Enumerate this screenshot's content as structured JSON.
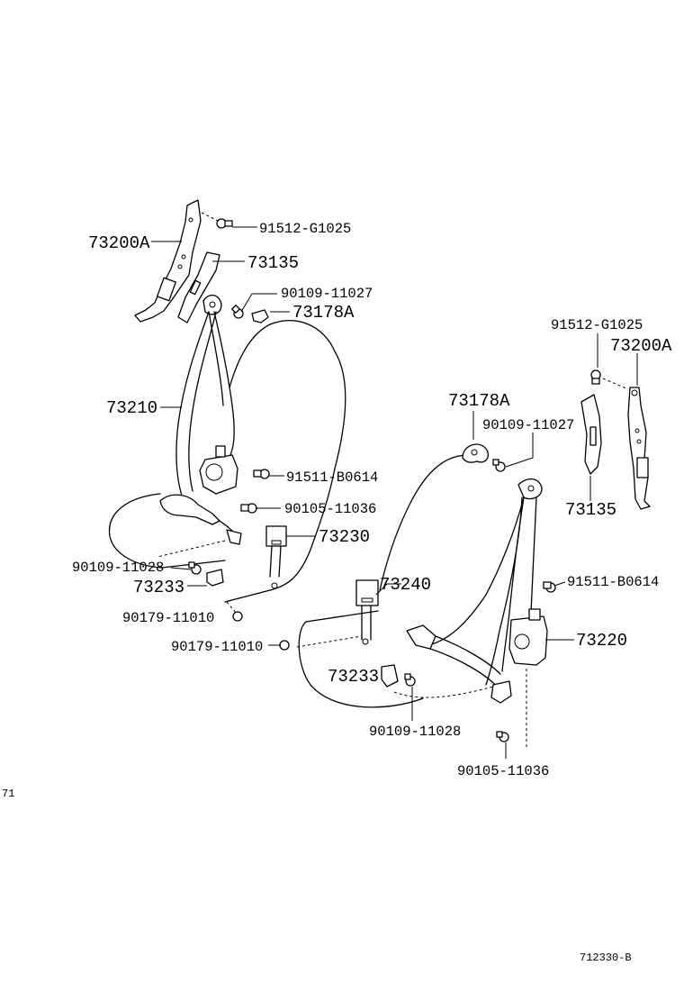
{
  "labels": {
    "l_73200A": "73200A",
    "l_91512_left": "91512-G1025",
    "l_73135_left": "73135",
    "l_90109_11027_left": "90109-11027",
    "l_73178A_left": "73178A",
    "l_73210": "73210",
    "l_91511_left": "91511-B0614",
    "l_90105_left": "90105-11036",
    "l_73230": "73230",
    "l_90109_11028_left": "90109-11028",
    "l_73233_left": "73233",
    "l_90179_a": "90179-11010",
    "l_90179_b": "90179-11010",
    "l_73240": "73240",
    "l_73233_right": "73233",
    "l_90109_11028_right": "90109-11028",
    "l_90105_right": "90105-11036",
    "l_91512_right": "91512-G1025",
    "l_73200A_right": "73200A",
    "l_73178A_right": "73178A",
    "l_90109_11027_right": "90109-11027",
    "l_73135_right": "73135",
    "l_91511_right": "91511-B0614",
    "l_73220": "73220",
    "page_marker": "71",
    "figure_code": "712330-B"
  }
}
